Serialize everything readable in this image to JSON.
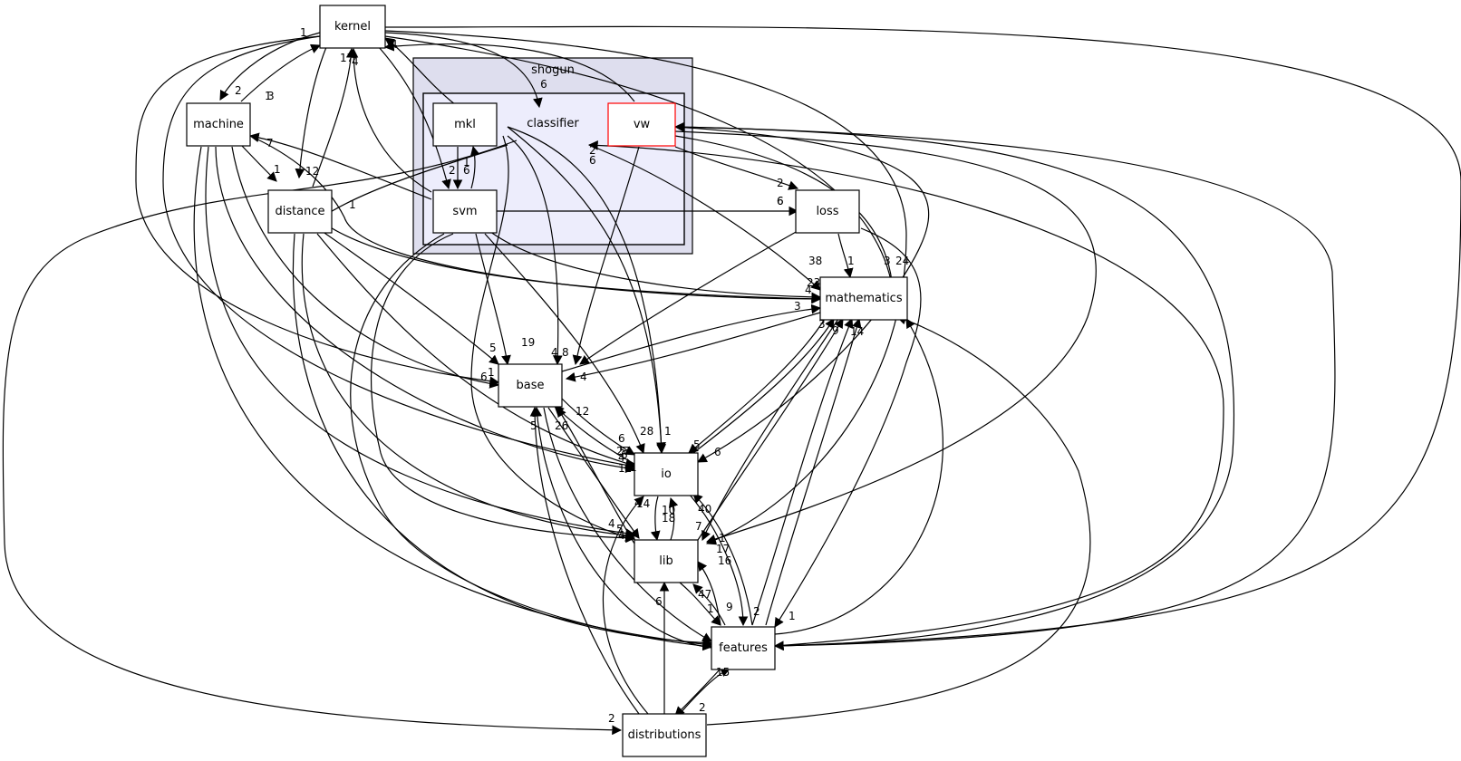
{
  "graph": {
    "clusters": {
      "outer_label": "shogun",
      "outer_count": "6",
      "inner_label": "classifier"
    },
    "nodes": {
      "kernel": "kernel",
      "machine": "machine",
      "mkl": "mkl",
      "vw": "vw",
      "svm": "svm",
      "distance": "distance",
      "loss": "loss",
      "mathematics": "mathematics",
      "base": "base",
      "io": "io",
      "lib": "lib",
      "features": "features",
      "distributions": "distributions"
    },
    "vw_border_color": "#ff0000",
    "edge_labels": [
      "1",
      "4",
      "17",
      "4",
      "2",
      "3",
      "1",
      "12",
      "7",
      "1",
      "2",
      "6",
      "1",
      "2",
      "6",
      "1",
      "6",
      "6",
      "2",
      "38",
      "3",
      "24",
      "1",
      "23",
      "4",
      "3",
      "3",
      "9",
      "14",
      "19",
      "4",
      "8",
      "5",
      "6",
      "1",
      "4",
      "5",
      "26",
      "12",
      "6",
      "28",
      "1",
      "5",
      "6",
      "27",
      "4",
      "4",
      "10",
      "18",
      "40",
      "7",
      "14",
      "5",
      "1",
      "17",
      "16",
      "4",
      "47",
      "1",
      "9",
      "2",
      "1",
      "6",
      "15",
      "2",
      "2",
      "5",
      "12",
      "1",
      "6",
      "4"
    ]
  }
}
